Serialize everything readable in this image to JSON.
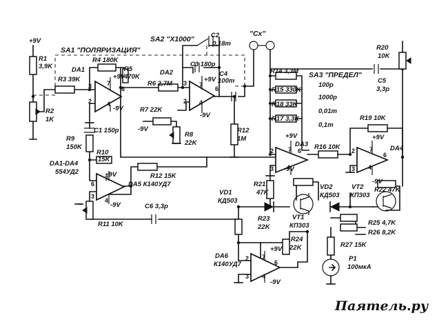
{
  "supply": {
    "pos_rail": "+9V",
    "op_pos": "+9V",
    "op_neg": "-9V"
  },
  "switches": {
    "sa1": "SA1 \"ПОЛЯРИЗАЦИЯ\"",
    "sa2": "SA2 \"X1000\"",
    "sa3": "SA3 \"ПРЕДЕЛ\"",
    "cx": "\"Cx\"",
    "sa3_positions": [
      "100p",
      "1000p",
      "0,01m",
      "0,1m"
    ]
  },
  "resistors": {
    "r1": [
      "R1",
      "3,9K"
    ],
    "r2": [
      "R2",
      "1K"
    ],
    "r3": "R3 39K",
    "r4": "R4 180K",
    "r5": [
      "R5",
      "470K"
    ],
    "r6": "R6 2,7M",
    "r7": "R7 22K",
    "r8": [
      "R8",
      "22K"
    ],
    "r9": [
      "R9",
      "150K"
    ],
    "r10": [
      "R10",
      "15K"
    ],
    "r11": "R11 10K",
    "r12": "R12 15K",
    "r13": [
      "R12",
      "1M"
    ],
    "r14": "R14 3,3M",
    "r15": "R15 330K",
    "r16": "R16 10K",
    "r17": "R17 3,3K",
    "r18": "R18 33K",
    "r19": "R19 10K",
    "r20": [
      "R20",
      "10K"
    ],
    "r21": [
      "R21",
      "47K"
    ],
    "r22": "R22 47K",
    "r23": [
      "R23",
      "22K"
    ],
    "r24": [
      "R24",
      "22K"
    ],
    "r25": "R25 4,7K",
    "r26": "R26 8,2K",
    "r27": "R27 15K"
  },
  "capacitors": {
    "c1": "C1 150p",
    "c2": [
      "C2",
      "0,18m"
    ],
    "c3": "C3 180p",
    "c4": [
      "C4",
      "100m"
    ],
    "c5": [
      "C5",
      "3,3p"
    ],
    "c6": "C6 3,3p"
  },
  "ics": {
    "da1": "DA1",
    "da2": "DA2",
    "da3": "DA3",
    "da4": "DA4",
    "da5": "DA5 К140УД7",
    "da6": [
      "DA6",
      "К140УД7"
    ],
    "da1_da4": [
      "DA1-DA4",
      "554УД2"
    ]
  },
  "semis": {
    "vd1": [
      "VD1",
      "КД503"
    ],
    "vd2": [
      "VD2",
      "КД503"
    ],
    "vt1": [
      "VT1",
      "КП303"
    ],
    "vt2": [
      "VT2",
      "КП303"
    ]
  },
  "meter": [
    "P1",
    "100мкА"
  ],
  "watermark": "Паяmель.ру"
}
